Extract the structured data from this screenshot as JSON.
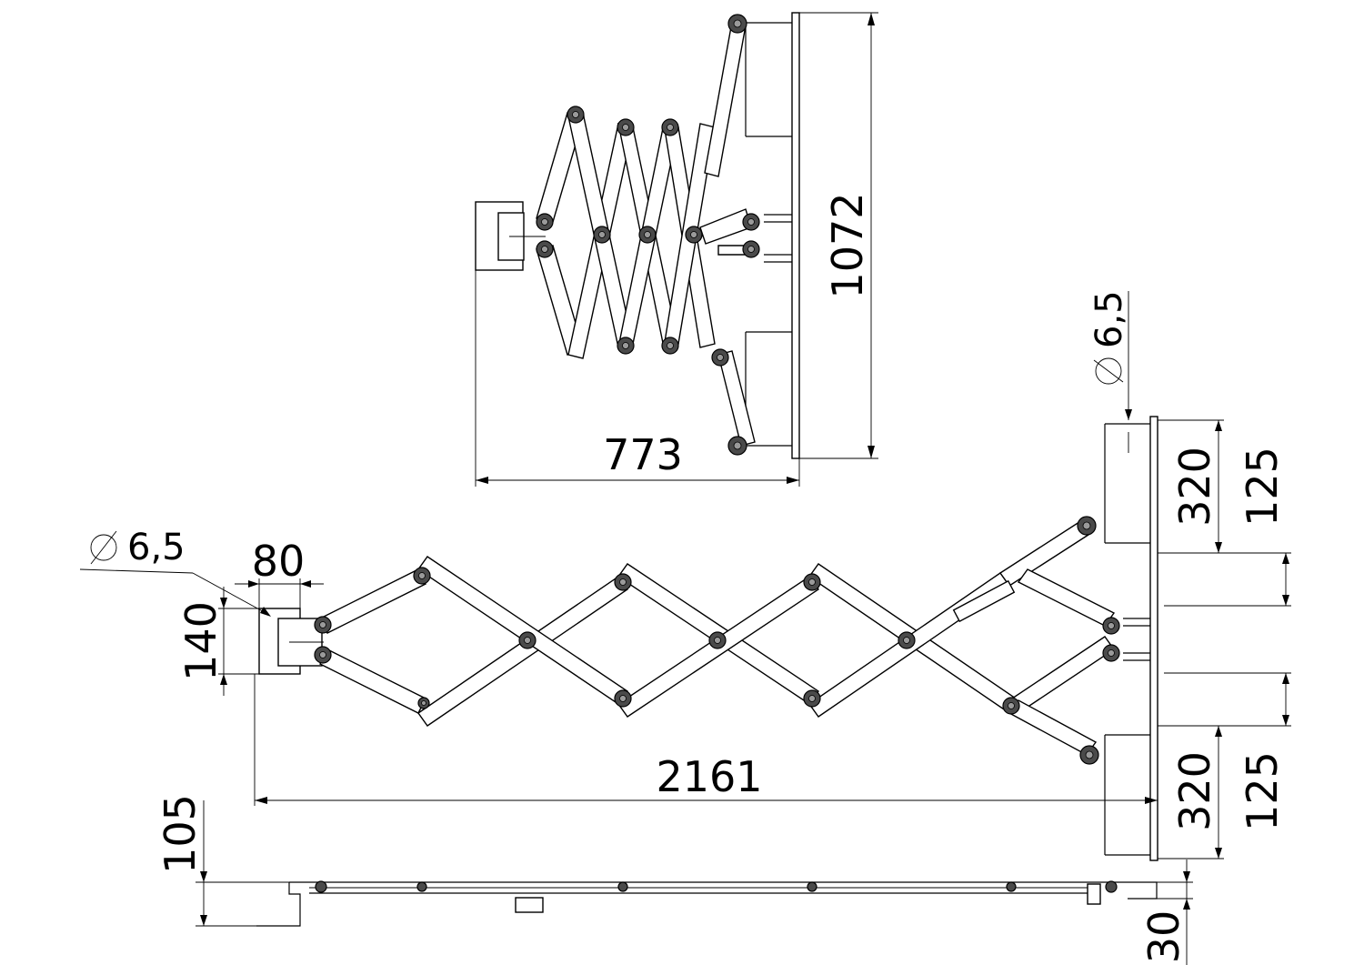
{
  "dimensions": {
    "top_height": "1072",
    "top_width": "773",
    "total_length": "2161",
    "bracket_width": "80",
    "bracket_height": "140",
    "hole_diameter_left": "6,5",
    "hole_diameter_right": "6,5",
    "rail_upper_length": "320",
    "rail_upper_offset": "125",
    "rail_lower_length": "320",
    "rail_lower_offset": "125",
    "profile_height": "105",
    "profile_thickness": "30"
  },
  "colors": {
    "line": "#000000",
    "pin": "#4a4a4a",
    "pin_center": "#9a9a9a",
    "background": "#ffffff"
  }
}
